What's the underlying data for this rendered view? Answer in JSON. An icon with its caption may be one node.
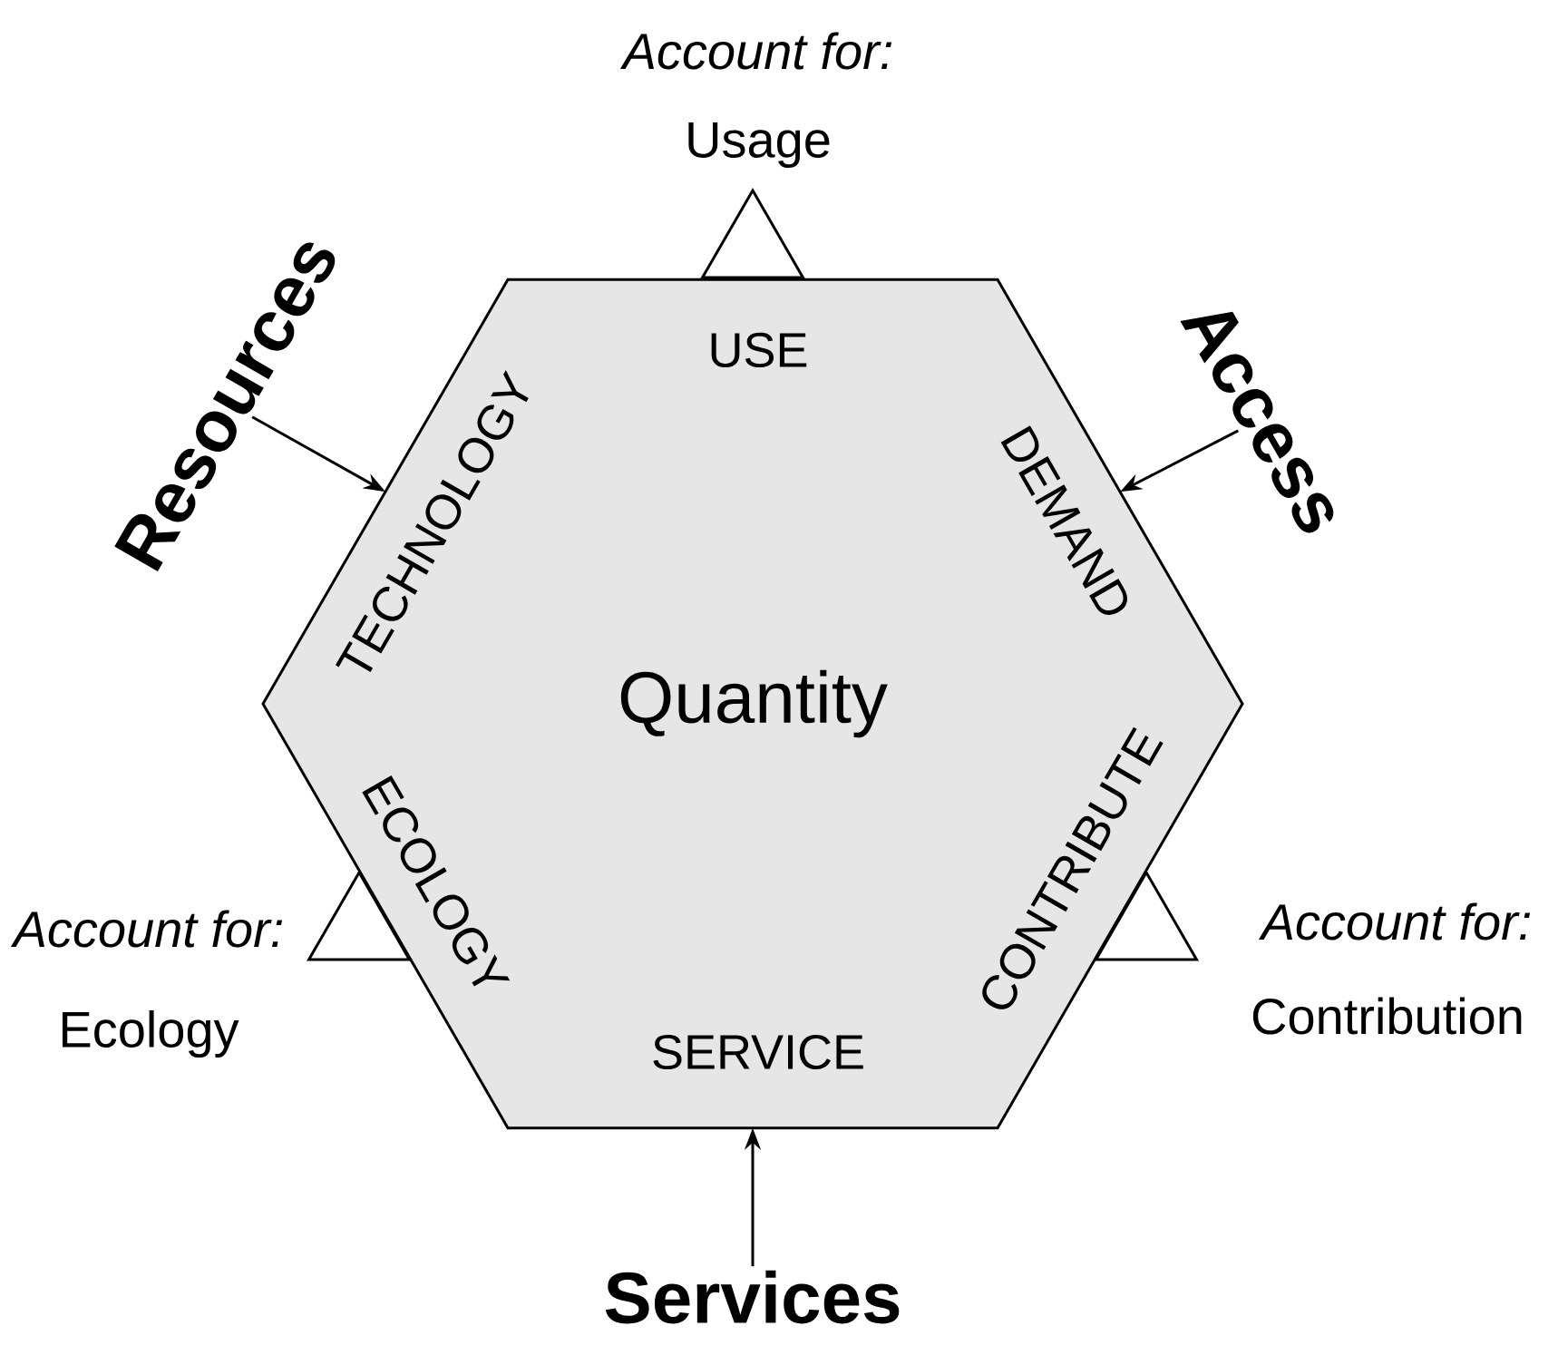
{
  "diagram": {
    "nodes": [
      {
        "text": [
          "USE",
          "TECHNOLOGY",
          "DEMAND",
          "Quantity",
          "ECOLOGY",
          "CONTRIBUTE",
          "SERVICE"
        ]
      },
      {
        "text": [
          "Resources"
        ]
      },
      {
        "text": [
          "Access"
        ]
      },
      {
        "text": [
          "Services"
        ]
      },
      {
        "text": [],
        "shape": "triangle"
      },
      {
        "text": [],
        "shape": "triangle"
      },
      {
        "text": [],
        "shape": "triangle"
      }
    ],
    "edges": [
      {
        "from": 1,
        "to": 0,
        "arrow": "to"
      },
      {
        "from": 2,
        "to": 0,
        "arrow": "to"
      },
      {
        "from": 3,
        "to": 0,
        "arrow": "to"
      }
    ],
    "labels": [
      "Account for:",
      "Usage",
      "Account for:",
      "Account for:",
      "Ecology",
      "Contribution"
    ]
  }
}
